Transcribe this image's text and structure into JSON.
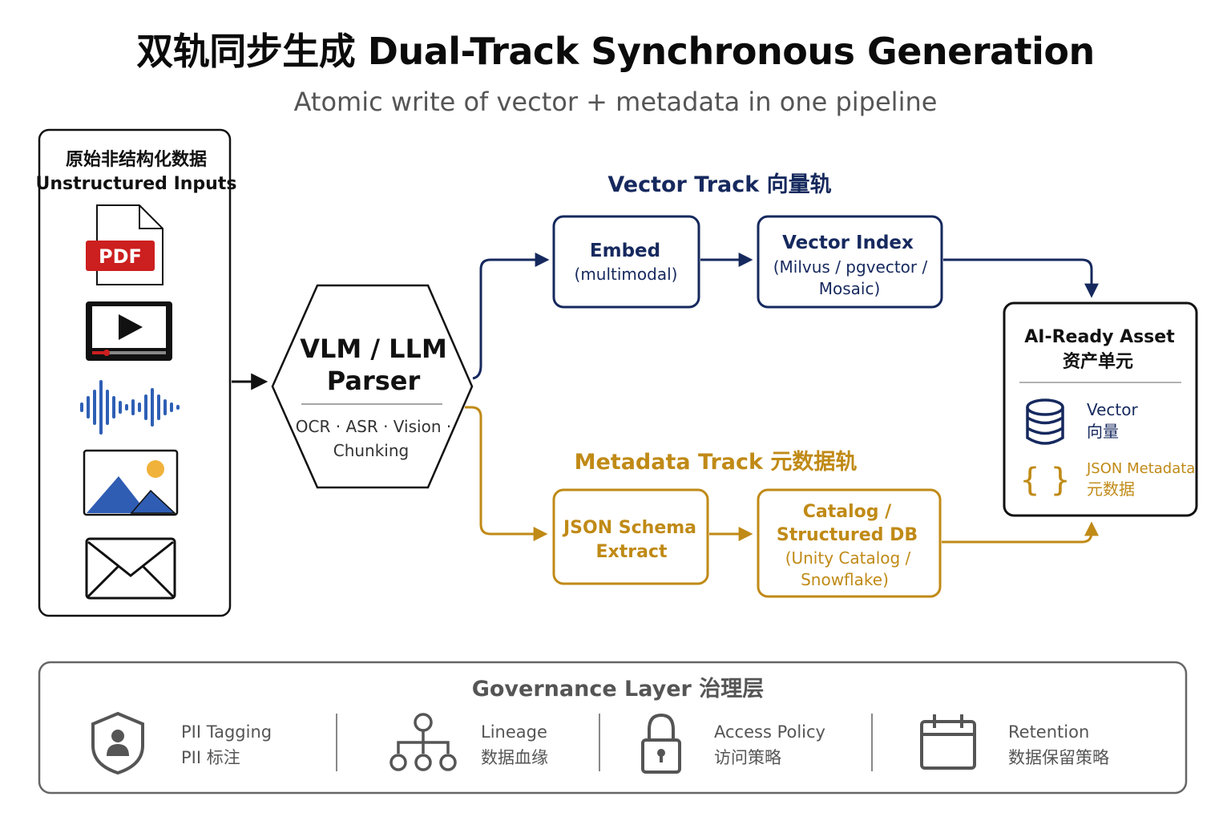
{
  "header": {
    "title": "双轨同步生成 Dual-Track Synchronous Generation",
    "subtitle": "Atomic write of vector + metadata in one pipeline"
  },
  "colors": {
    "navy": "#16295e",
    "gold": "#c08a16",
    "gray": "#666666"
  },
  "inputs": {
    "title_cn": "原始非结构化数据",
    "title_en": "Unstructured Inputs",
    "pdf_label": "PDF",
    "icons": [
      "pdf-icon",
      "video-icon",
      "audio-waveform-icon",
      "image-icon",
      "email-icon"
    ]
  },
  "parser": {
    "title_line1": "VLM / LLM",
    "title_line2": "Parser",
    "sub_line1": "OCR · ASR · Vision ·",
    "sub_line2": "Chunking"
  },
  "vector_track": {
    "label": "Vector Track 向量轨",
    "embed_title": "Embed",
    "embed_sub": "(multimodal)",
    "index_title": "Vector Index",
    "index_sub1": "(Milvus / pgvector /",
    "index_sub2": "Mosaic)"
  },
  "metadata_track": {
    "label": "Metadata Track 元数据轨",
    "schema_line1": "JSON Schema",
    "schema_line2": "Extract",
    "catalog_line1": "Catalog /",
    "catalog_line2": "Structured DB",
    "catalog_sub1": "(Unity Catalog /",
    "catalog_sub2": "Snowflake)"
  },
  "asset": {
    "title_en": "AI-Ready Asset",
    "title_cn": "资产单元",
    "vector_en": "Vector",
    "vector_cn": "向量",
    "braces": "{ }",
    "json_en": "JSON Metadata",
    "json_cn": "元数据"
  },
  "governance": {
    "title": "Governance Layer 治理层",
    "items": [
      {
        "icon": "shield-user-icon",
        "en": "PII Tagging",
        "cn": "PII 标注"
      },
      {
        "icon": "lineage-tree-icon",
        "en": "Lineage",
        "cn": "数据血缘"
      },
      {
        "icon": "padlock-icon",
        "en": "Access Policy",
        "cn": "访问策略"
      },
      {
        "icon": "calendar-icon",
        "en": "Retention",
        "cn": "数据保留策略"
      }
    ]
  }
}
